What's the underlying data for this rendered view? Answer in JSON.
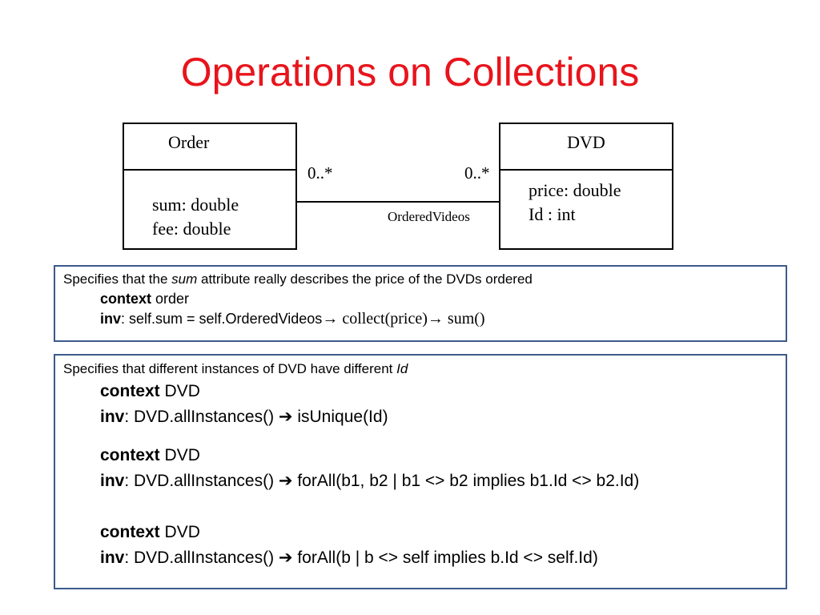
{
  "title": "Operations on Collections",
  "diagram": {
    "order_class": {
      "name": "Order",
      "attributes": [
        "sum: double",
        "fee: double"
      ]
    },
    "dvd_class": {
      "name": "DVD",
      "attributes": [
        "price: double",
        "Id : int"
      ]
    },
    "association": {
      "name": "OrderedVideos",
      "left_multiplicity": "0..*",
      "right_multiplicity": "0..*"
    }
  },
  "box1": {
    "desc_prefix": "Specifies that the ",
    "desc_em": "sum",
    "desc_suffix": " attribute really describes the price of the DVDs ordered",
    "context_kw": "context",
    "context_val": " order",
    "inv_kw": "inv",
    "inv_expr_a": ": self.sum = self.OrderedVideos",
    "inv_expr_b": "→ collect(price)→ sum()"
  },
  "box2": {
    "desc_prefix": "Specifies that different instances of DVD have different ",
    "desc_em": "Id",
    "context_kw": "context",
    "context_val": " DVD",
    "inv_kw": "inv",
    "arrow": "➔",
    "c1": {
      "inv_expr_a": ": DVD.allInstances() ",
      "inv_expr_b": " isUnique(Id)"
    },
    "c2": {
      "inv_expr_a": ": DVD.allInstances() ",
      "inv_expr_b": " forAll(b1, b2 | b1 <> b2 implies b1.Id <> b2.Id)"
    },
    "c3": {
      "inv_expr_a": ": DVD.allInstances() ",
      "inv_expr_b": " forAll(b | b <> self implies b.Id <> self.Id)"
    }
  }
}
